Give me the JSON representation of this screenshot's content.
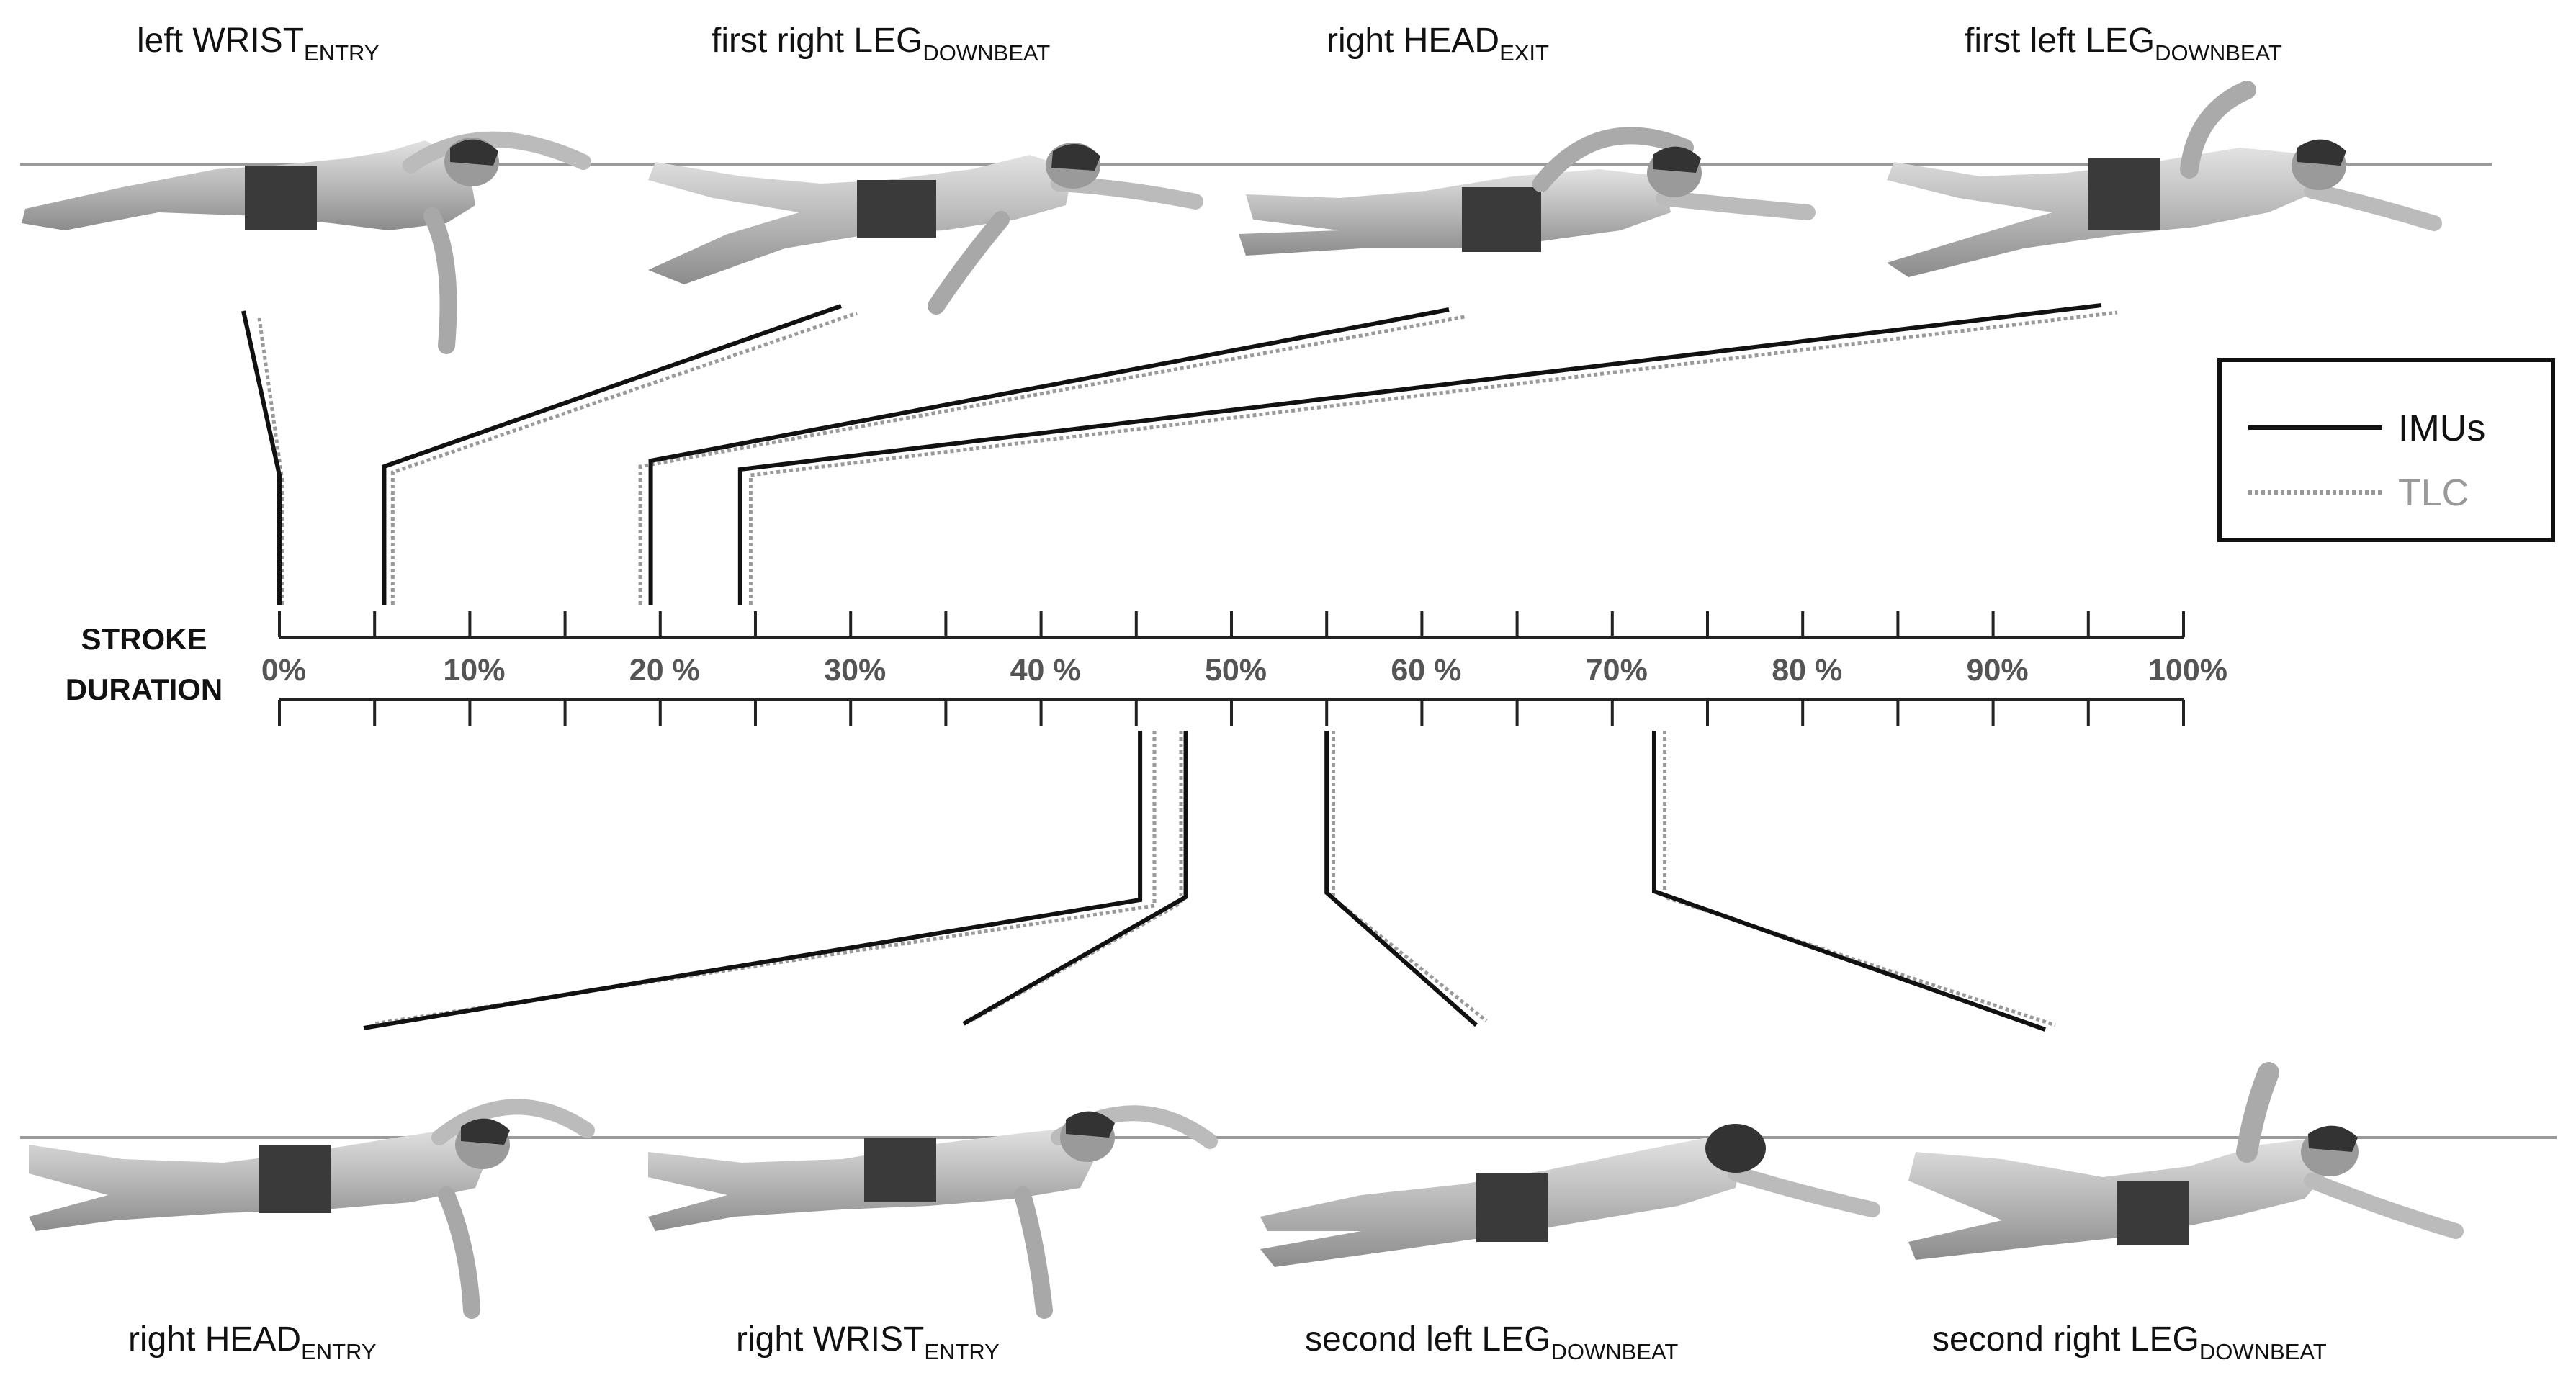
{
  "axis": {
    "title_line1": "STROKE",
    "title_line2": "DURATION",
    "ticks": [
      {
        "value": 0,
        "label": "0%"
      },
      {
        "value": 10,
        "label": "10%"
      },
      {
        "value": 20,
        "label": "20 %"
      },
      {
        "value": 30,
        "label": "30%"
      },
      {
        "value": 40,
        "label": "40 %"
      },
      {
        "value": 50,
        "label": "50%"
      },
      {
        "value": 60,
        "label": "60 %"
      },
      {
        "value": 70,
        "label": "70%"
      },
      {
        "value": 80,
        "label": "80 %"
      },
      {
        "value": 90,
        "label": "90%"
      },
      {
        "value": 100,
        "label": "100%"
      }
    ]
  },
  "legend": {
    "imus_label": "IMUs",
    "tlc_label": "TLC",
    "imus_color": "#111111",
    "tlc_color": "#999999"
  },
  "events": {
    "top": [
      {
        "id": "left-wrist-entry",
        "main": "left WRIST",
        "sub": "ENTRY",
        "imus_pct": 0,
        "tlc_pct": 0
      },
      {
        "id": "first-right-leg-downbeat",
        "main": "first right LEG",
        "sub": "DOWNBEAT",
        "imus_pct": 5.5,
        "tlc_pct": 5.8
      },
      {
        "id": "right-head-exit",
        "main": "right HEAD",
        "sub": "EXIT",
        "imus_pct": 19.5,
        "tlc_pct": 18.8
      },
      {
        "id": "first-left-leg-downbeat",
        "main": "first left LEG",
        "sub": "DOWNBEAT",
        "imus_pct": 24.2,
        "tlc_pct": 24.6
      }
    ],
    "bottom": [
      {
        "id": "right-head-entry",
        "main": "right HEAD",
        "sub": "ENTRY",
        "imus_pct": 45.2,
        "tlc_pct": 45.8
      },
      {
        "id": "right-wrist-entry",
        "main": "right WRIST",
        "sub": "ENTRY",
        "imus_pct": 47.6,
        "tlc_pct": 47.2
      },
      {
        "id": "second-left-leg-downbeat",
        "main": "second left LEG",
        "sub": "DOWNBEAT",
        "imus_pct": 55.0,
        "tlc_pct": 55.2
      },
      {
        "id": "second-right-leg-downbeat",
        "main": "second right LEG",
        "sub": "DOWNBEAT",
        "imus_pct": 72.2,
        "tlc_pct": 72.6
      }
    ]
  }
}
